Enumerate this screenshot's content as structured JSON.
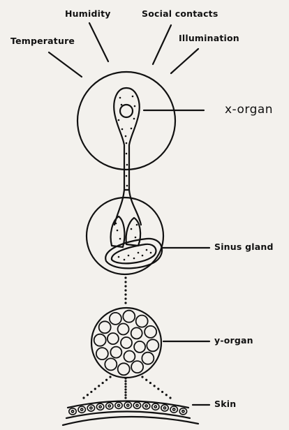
{
  "diagram": {
    "factors": {
      "humidity": "Humidity",
      "social_contacts": "Social contacts",
      "temperature": "Temperature",
      "illumination": "Illumination"
    },
    "labels": {
      "x_organ": "x-organ",
      "sinus_gland": "Sinus gland",
      "y_organ": "y-organ",
      "skin": "Skin"
    },
    "colors": {
      "ink": "#111111",
      "paper": "#f3f1ed"
    }
  }
}
